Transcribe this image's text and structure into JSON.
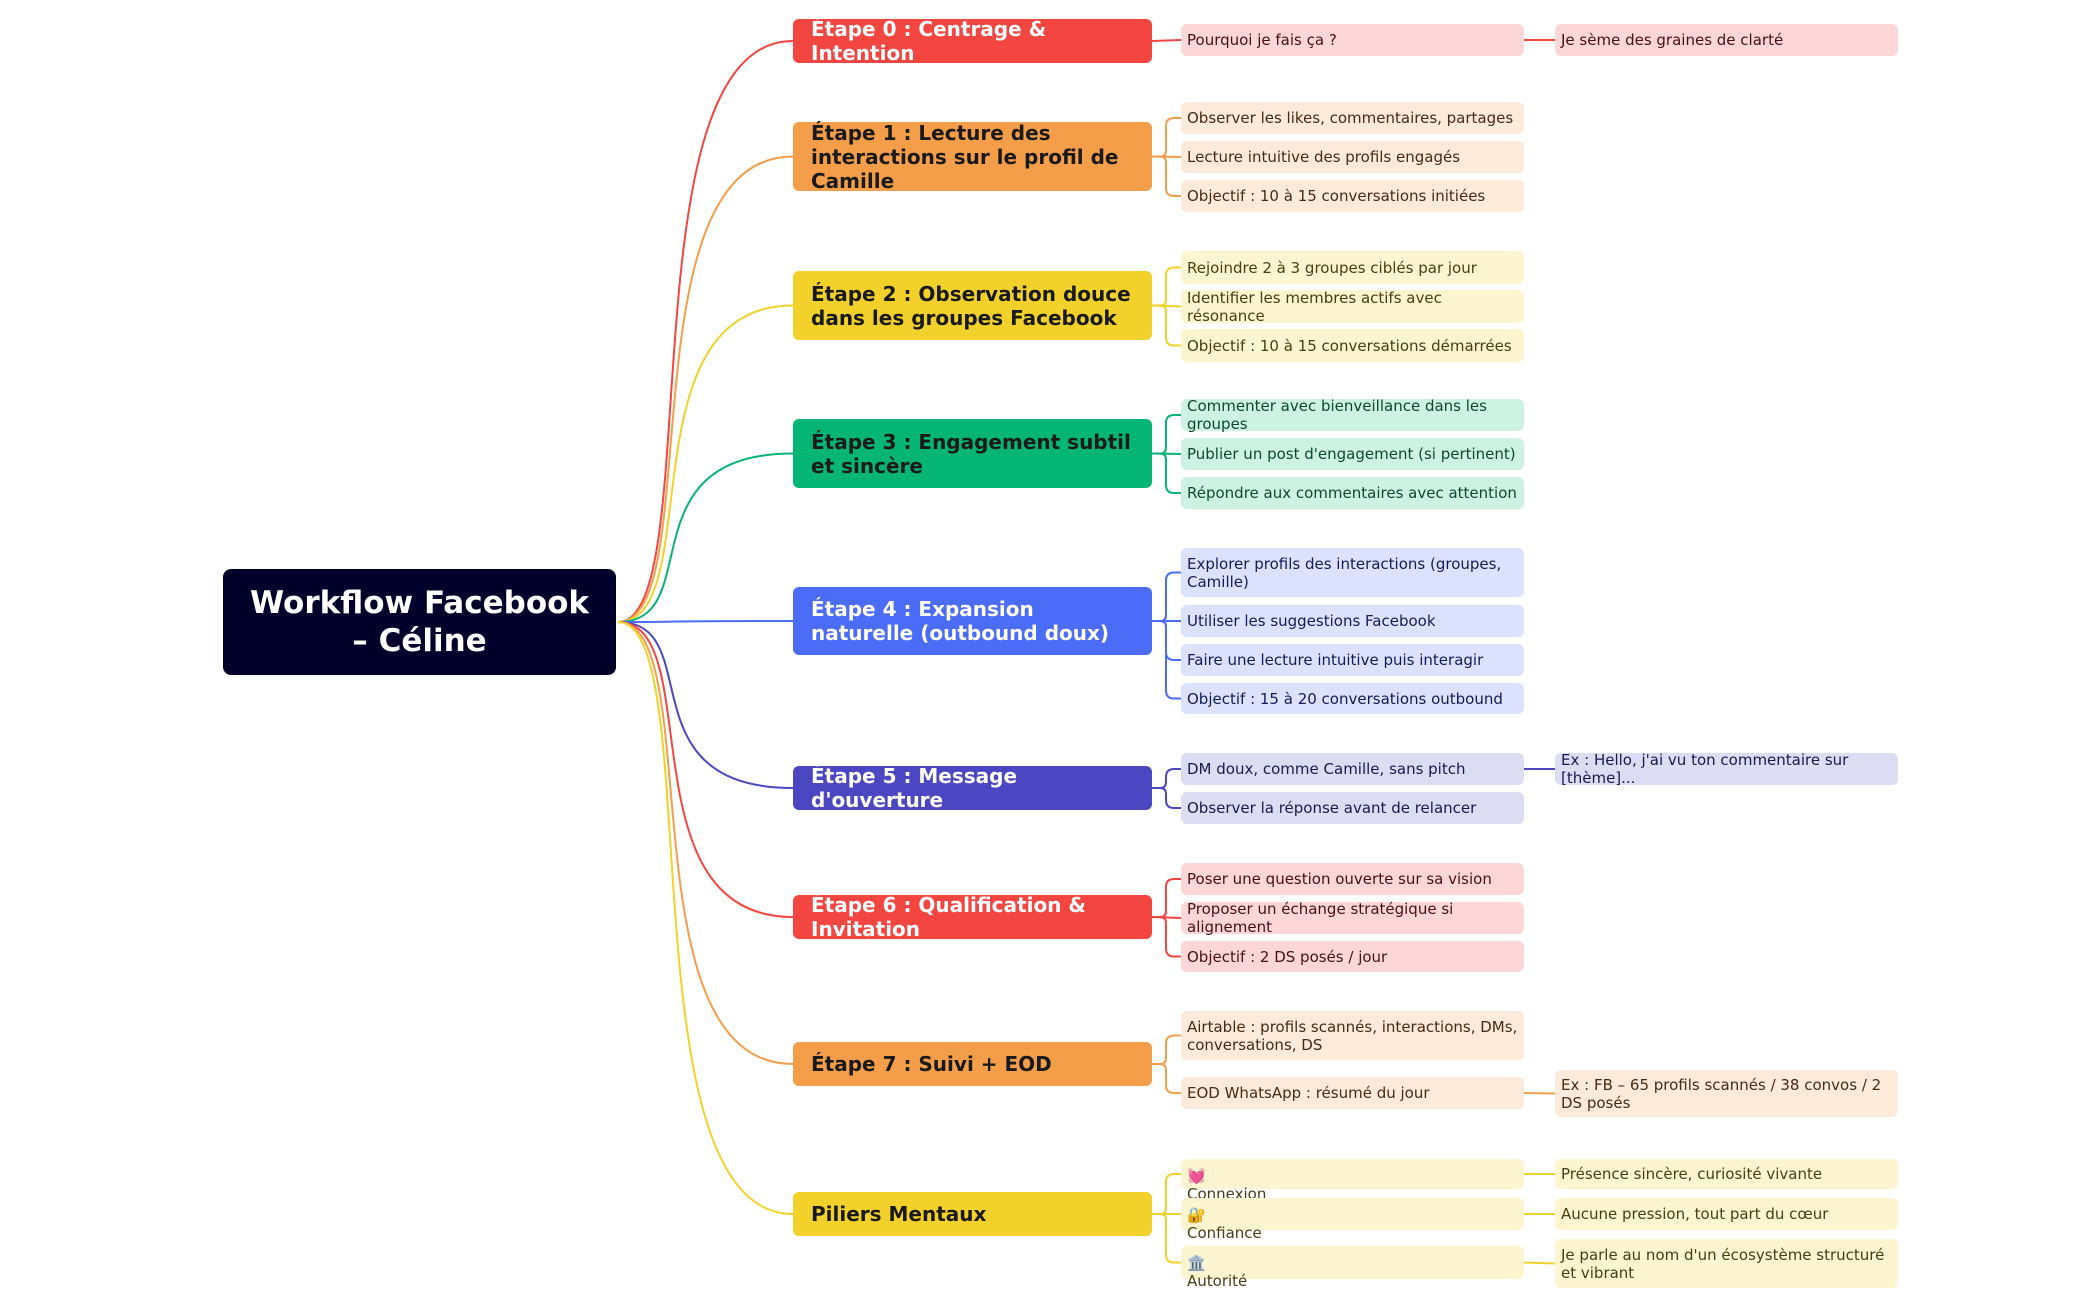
{
  "root": {
    "title": "Workflow Facebook – Céline"
  },
  "steps": [
    {
      "label": "Étape 0 : Centrage & Intention",
      "color": "#f44641",
      "fill": "#fdd6d8",
      "text": "#ffffff",
      "ink": "#4a1010",
      "children": [
        {
          "label": "Pourquoi je fais ça ?",
          "children": [
            {
              "label": "Je sème des graines de clarté"
            }
          ]
        }
      ]
    },
    {
      "label": "Étape 1 : Lecture des interactions sur le profil de Camille",
      "color": "#f59e4a",
      "fill": "#fdeadb",
      "text": "#1a1a1a",
      "ink": "#4a2a10",
      "children": [
        {
          "label": "Observer les likes, commentaires, partages"
        },
        {
          "label": "Lecture intuitive des profils engagés"
        },
        {
          "label": "Objectif : 10 à 15 conversations initiées"
        }
      ]
    },
    {
      "label": "Étape 2 : Observation douce dans les groupes Facebook",
      "color": "#f2d22a",
      "fill": "#fdf5cf",
      "text": "#1a1a1a",
      "ink": "#4a3d10",
      "children": [
        {
          "label": "Rejoindre 2 à 3 groupes ciblés par jour"
        },
        {
          "label": "Identifier les membres actifs avec résonance"
        },
        {
          "label": "Objectif : 10 à 15 conversations démarrées"
        }
      ]
    },
    {
      "label": "Étape 3 : Engagement subtil et sincère",
      "color": "#05b575",
      "fill": "#cdf1e2",
      "text": "#1a1a1a",
      "ink": "#0b4a30",
      "children": [
        {
          "label": "Commenter avec bienveillance dans les groupes"
        },
        {
          "label": "Publier un post d'engagement (si pertinent)"
        },
        {
          "label": "Répondre aux commentaires avec attention"
        }
      ]
    },
    {
      "label": "Étape 4 : Expansion naturelle (outbound doux)",
      "color": "#4a6cf7",
      "fill": "#dce2fd",
      "text": "#ffffff",
      "ink": "#101c5a",
      "children": [
        {
          "label": "Explorer profils des interactions (groupes, Camille)"
        },
        {
          "label": "Utiliser les suggestions Facebook"
        },
        {
          "label": "Faire une lecture intuitive puis interagir"
        },
        {
          "label": "Objectif : 15 à 20 conversations outbound"
        }
      ]
    },
    {
      "label": "Étape 5 : Message d'ouverture",
      "color": "#4b47c2",
      "fill": "#dcdcf2",
      "text": "#ffffff",
      "ink": "#1a1850",
      "children": [
        {
          "label": "DM doux, comme Camille, sans pitch",
          "children": [
            {
              "label": "Ex : Hello, j'ai vu ton commentaire sur [thème]..."
            }
          ]
        },
        {
          "label": "Observer la réponse avant de relancer"
        }
      ]
    },
    {
      "label": "Étape 6 : Qualification & Invitation",
      "color": "#f44641",
      "fill": "#fdd6d8",
      "text": "#ffffff",
      "ink": "#4a1010",
      "children": [
        {
          "label": "Poser une question ouverte sur sa vision"
        },
        {
          "label": "Proposer un échange stratégique si alignement"
        },
        {
          "label": "Objectif : 2 DS posés / jour"
        }
      ]
    },
    {
      "label": "Étape 7 : Suivi + EOD",
      "color": "#f59e4a",
      "fill": "#fdeadb",
      "text": "#1a1a1a",
      "ink": "#4a2a10",
      "children": [
        {
          "label": "Airtable : profils scannés, interactions, DMs, conversations, DS"
        },
        {
          "label": "EOD WhatsApp : résumé du jour",
          "children": [
            {
              "label": "Ex : FB – 65 profils scannés / 38 convos / 2 DS posés"
            }
          ]
        }
      ]
    },
    {
      "label": "Piliers Mentaux",
      "color": "#f2d22a",
      "fill": "#fdf5cf",
      "text": "#1a1a1a",
      "ink": "#4a3d10",
      "children": [
        {
          "emoji": "💓",
          "label": "Connexion",
          "children": [
            {
              "label": "Présence sincère, curiosité vivante"
            }
          ]
        },
        {
          "emoji": "🔐",
          "label": "Confiance",
          "children": [
            {
              "label": "Aucune pression, tout part du cœur"
            }
          ]
        },
        {
          "emoji": "🏛️",
          "label": "Autorité",
          "children": [
            {
              "label": "Je parle au nom d'un écosystème structuré et vibrant"
            }
          ]
        }
      ]
    }
  ]
}
